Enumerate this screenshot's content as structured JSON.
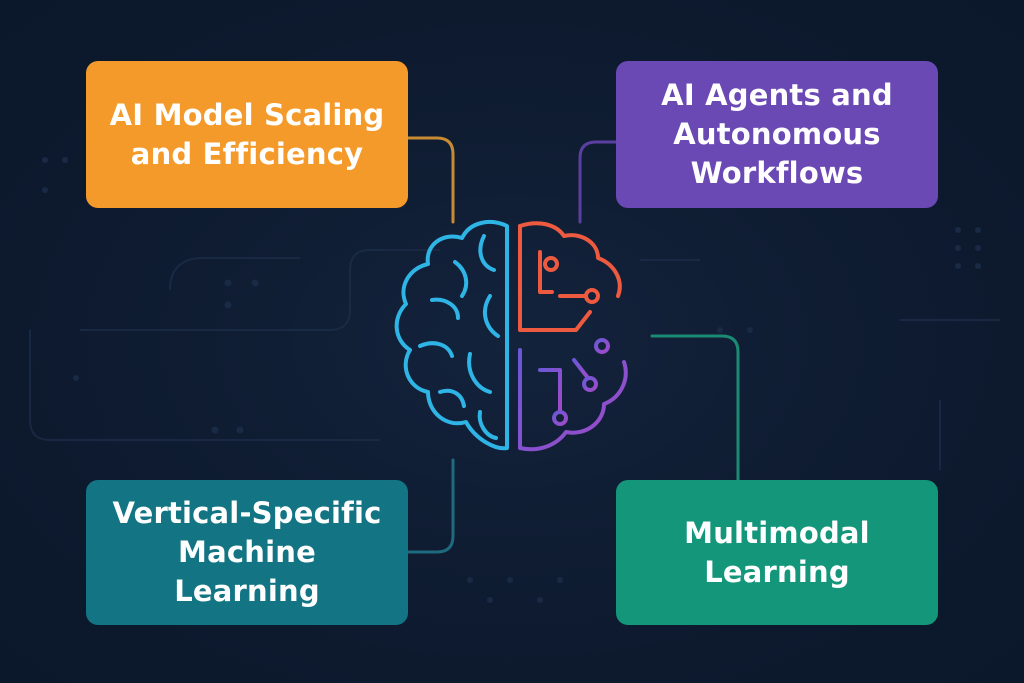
{
  "cards": {
    "top_left": {
      "label": "AI Model Scaling and Efficiency",
      "color": "#f39a2a"
    },
    "top_right": {
      "label": "AI Agents and Autonomous Workflows",
      "color": "#6a49b4"
    },
    "bottom_left": {
      "label": "Vertical-Specific Machine Learning",
      "color": "#137584"
    },
    "bottom_right": {
      "label": "Multimodal Learning",
      "color": "#13967a"
    }
  },
  "brain": {
    "icon": "brain-circuit-icon",
    "left_hemisphere_color": "#2fb4e6",
    "right_top_color": "#ee5a3f",
    "right_bottom_colors": [
      "#6a58d6",
      "#a04bc8"
    ]
  },
  "background": {
    "color": "#0f1d33",
    "pattern": "faint circuit traces and dot grid"
  }
}
